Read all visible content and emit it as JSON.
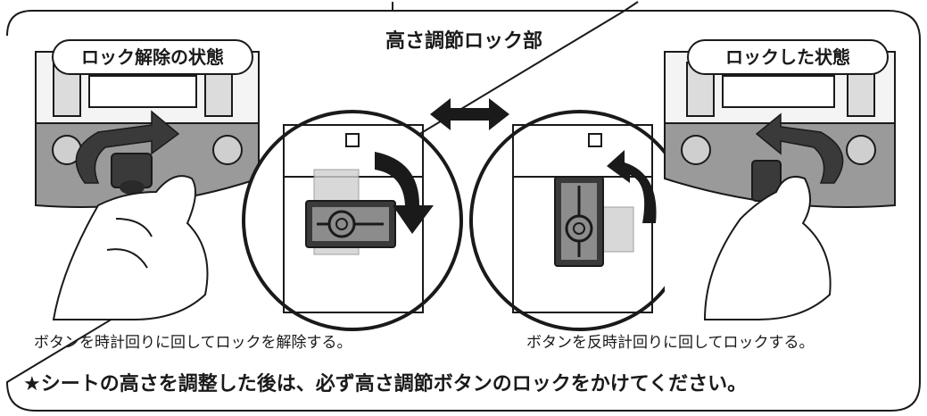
{
  "center_title": "高さ調節ロック部",
  "left_panel": {
    "state_label": "ロック解除の状態",
    "caption": "ボタンを時計回りに回してロックを解除する。"
  },
  "right_panel": {
    "state_label": "ロックした状態",
    "caption": "ボタンを反時計回りに回してロックする。"
  },
  "footer_note": "★シートの高さを調整した後は、必ず高さ調節ボタンのロックをかけてください。",
  "colors": {
    "outline": "#1a1a1a",
    "fill_gray": "#8c8c8c",
    "fill_light": "#d8d8d8",
    "fill_dark": "#3a3a3a",
    "background": "#ffffff"
  },
  "icons": {
    "swap": "double-arrow-icon",
    "clockwise": "clockwise-arrow-icon",
    "counterclockwise": "counterclockwise-arrow-icon"
  }
}
